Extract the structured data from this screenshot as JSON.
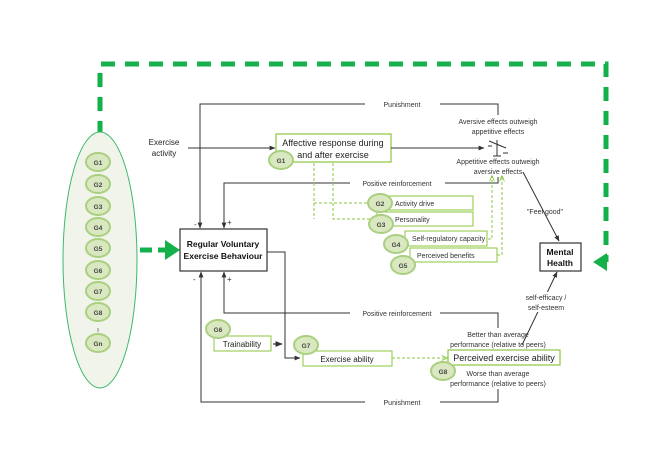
{
  "colors": {
    "green_dash": "#14b04a",
    "green_light": "#8cc63f",
    "gene_fill": "#d9e8c0",
    "gene_stroke": "#a9cf7f",
    "oval_fill": "#f1f4ea",
    "oval_stroke": "#3cb96b",
    "line": "#333333"
  },
  "genes_oval": [
    "G1",
    "G2",
    "G3",
    "G4",
    "G5",
    "G6",
    "G7",
    "G8",
    "⋮",
    "Gn"
  ],
  "labels": {
    "exercise_activity_1": "Exercise",
    "exercise_activity_2": "activity",
    "punishment_top": "Punishment",
    "punishment_bottom": "Punishment",
    "positive_reinforcement_top": "Positive reinforcement",
    "positive_reinforcement_bottom": "Positive reinforcement",
    "aversive_1": "Aversive effects outweigh",
    "aversive_2": "appetitive effects",
    "appetitive_1": "Appetitive effects outweigh",
    "appetitive_2": "aversive effects",
    "feel_good": "\"Feel good\"",
    "self_efficacy_1": "self-efficacy /",
    "self_efficacy_2": "self-esteem",
    "better_1": "Better than average",
    "better_2": "performance (relative to peers)",
    "worse_1": "Worse than average",
    "worse_2": "performance (relative to peers)",
    "minus": "-",
    "plus": "+"
  },
  "boxes": {
    "affective_1": "Affective response during",
    "affective_2": "and after exercise",
    "regular_1": "Regular Voluntary",
    "regular_2": "Exercise Behaviour",
    "mental_1": "Mental",
    "mental_2": "Health",
    "activity_drive": "Activity drive",
    "personality": "Personality",
    "self_regulatory": "Self-regulatory capacity",
    "perceived_benefits": "Perceived benefits",
    "trainability": "Trainability",
    "exercise_ability": "Exercise ability",
    "perceived_exercise_ability": "Perceived exercise ability"
  },
  "gene_badges": {
    "g1": "G1",
    "g2": "G2",
    "g3": "G3",
    "g4": "G4",
    "g5": "G5",
    "g6": "G6",
    "g7": "G7",
    "g8": "G8"
  }
}
